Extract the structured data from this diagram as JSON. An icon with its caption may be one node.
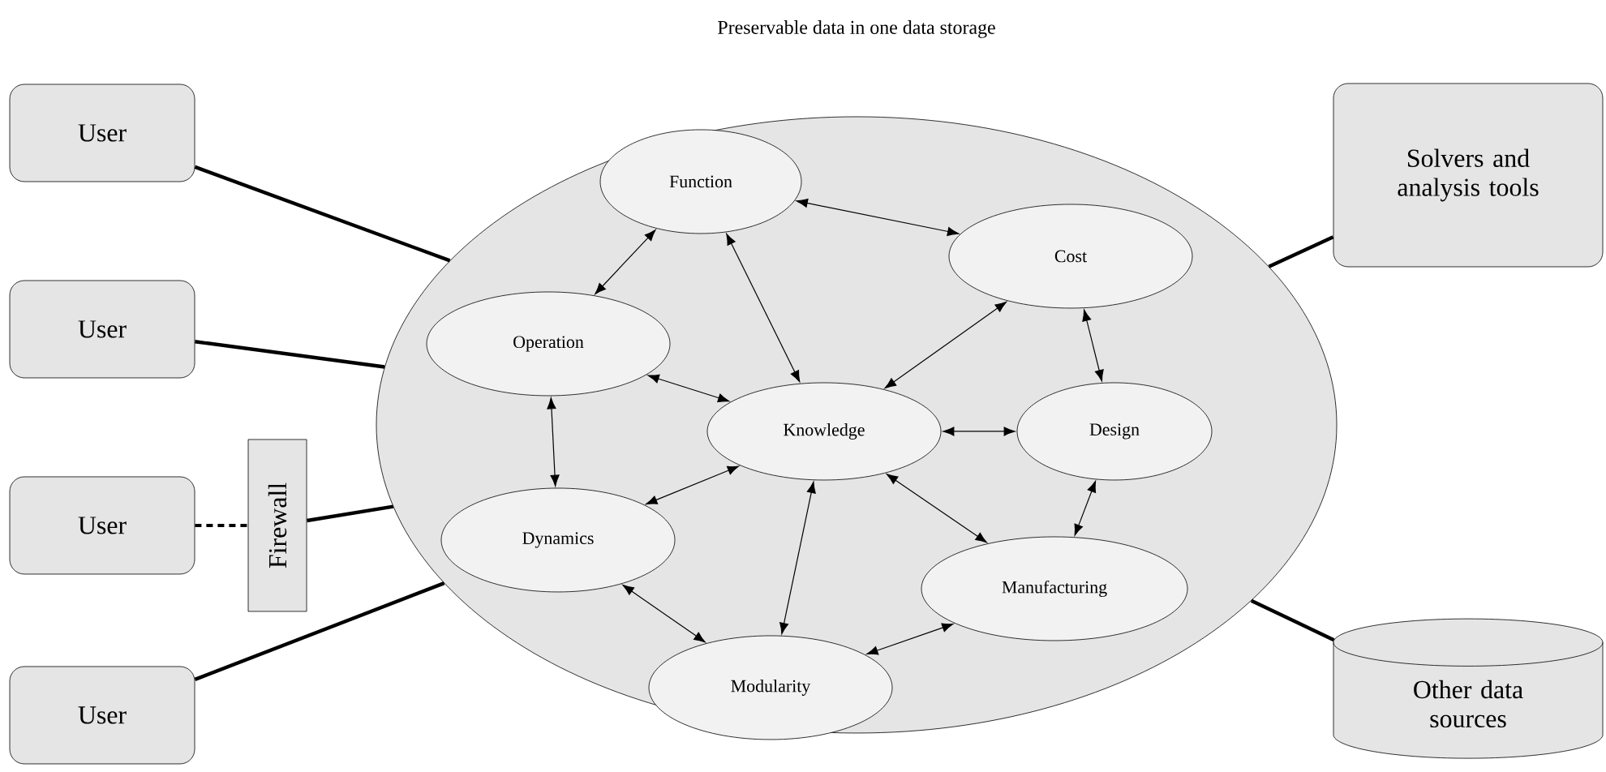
{
  "diagram": {
    "nodes": [
      {
        "text": [
          "Preservable data in one data storage"
        ]
      },
      {
        "text": [
          "Function"
        ],
        "in": 0
      },
      {
        "text": [
          "Cost"
        ],
        "in": 0
      },
      {
        "text": [
          "Operation"
        ],
        "in": 0
      },
      {
        "text": [
          "Knowledge"
        ],
        "in": 0
      },
      {
        "text": [
          "Design"
        ],
        "in": 0
      },
      {
        "text": [
          "Dynamics"
        ],
        "in": 0
      },
      {
        "text": [
          "Manufacturing"
        ],
        "in": 0
      },
      {
        "text": [
          "Modularity"
        ],
        "in": 0
      },
      {
        "text": [
          "User"
        ]
      },
      {
        "text": [
          "User"
        ]
      },
      {
        "text": [
          "User"
        ]
      },
      {
        "text": [
          "User"
        ]
      },
      {
        "text": [
          "Firewall"
        ]
      },
      {
        "text": [
          "Solvers and analysis tools"
        ]
      },
      {
        "text": [
          "Other data sources"
        ]
      }
    ],
    "edges": [
      {
        "from": 1,
        "to": 2,
        "arrow": "both"
      },
      {
        "from": 1,
        "to": 3,
        "arrow": "both"
      },
      {
        "from": 1,
        "to": 4,
        "arrow": "both"
      },
      {
        "from": 2,
        "to": 4,
        "arrow": "both"
      },
      {
        "from": 2,
        "to": 5,
        "arrow": "both"
      },
      {
        "from": 3,
        "to": 4,
        "arrow": "both"
      },
      {
        "from": 3,
        "to": 6,
        "arrow": "both"
      },
      {
        "from": 4,
        "to": 5,
        "arrow": "both"
      },
      {
        "from": 4,
        "to": 6,
        "arrow": "both"
      },
      {
        "from": 4,
        "to": 8,
        "arrow": "both"
      },
      {
        "from": 4,
        "to": 7,
        "arrow": "both"
      },
      {
        "from": 5,
        "to": 7,
        "arrow": "both"
      },
      {
        "from": 6,
        "to": 8,
        "arrow": "both"
      },
      {
        "from": 8,
        "to": 7,
        "arrow": "both"
      },
      {
        "from": 9,
        "to": 0,
        "arrow": "none",
        "style": "thick"
      },
      {
        "from": 10,
        "to": 0,
        "arrow": "none",
        "style": "thick"
      },
      {
        "from": 11,
        "to": 13,
        "arrow": "none",
        "style": "dashed"
      },
      {
        "from": 13,
        "to": 0,
        "arrow": "none",
        "style": "thick"
      },
      {
        "from": 12,
        "to": 0,
        "arrow": "none",
        "style": "thick"
      },
      {
        "from": 14,
        "to": 0,
        "arrow": "none",
        "style": "thick"
      },
      {
        "from": 15,
        "to": 0,
        "arrow": "none",
        "style": "thick"
      }
    ]
  }
}
